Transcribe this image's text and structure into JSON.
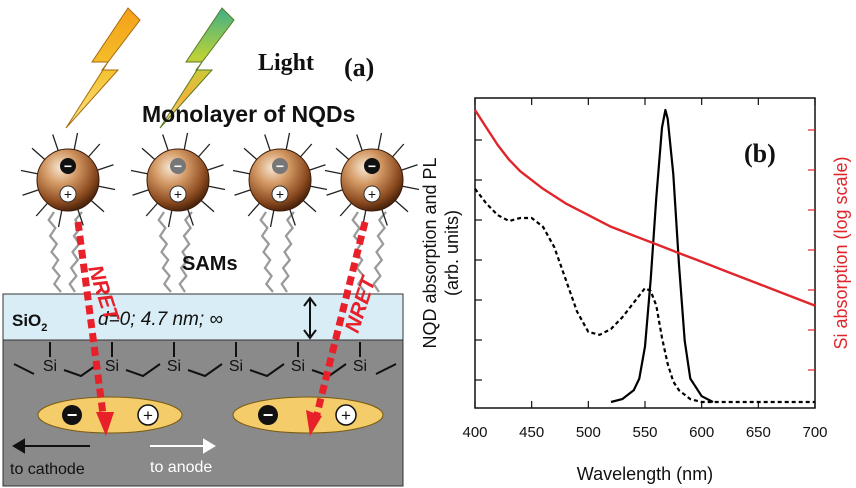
{
  "panel_a": {
    "panel_label": "(a)",
    "light_label": "Light",
    "monolayer_label": "Monolayer of NQDs",
    "sams_label": "SAMs",
    "nret_label": "NRET",
    "sio2_label": "SiO",
    "sio2_subscript": "2",
    "distance_label": "d=0; 4.7 nm; ∞",
    "si_label": "Si",
    "cathode_label": "to cathode",
    "anode_label": "to anode",
    "minus_sign": "−",
    "plus_sign": "+",
    "colors": {
      "substrate": "#8a8a8a",
      "oxide": "#d9edf7",
      "exciton": "#f4cc6a",
      "nret_arrow": "#e8202a",
      "qd_shell": "#8b4a1f",
      "qd_highlight": "#f2dcc4"
    }
  },
  "panel_b": {
    "panel_label": "(b)",
    "colors": {
      "nqd_absorption": "#000000",
      "nqd_pl": "#000000",
      "si_absorption": "#e0252b"
    }
  },
  "chart_data": {
    "type": "line",
    "title": "",
    "xlabel": "Wavelength (nm)",
    "ylabel_left_line1": "NQD absorption and PL",
    "ylabel_left_line2": "(arb. units)",
    "ylabel_right": "Si absorption (log scale)",
    "xlim": [
      400,
      700
    ],
    "x_ticks": [
      400,
      450,
      500,
      550,
      600,
      650,
      700
    ],
    "y_ticks_visible": false,
    "ylim": [
      0,
      1
    ],
    "series": [
      {
        "style": "dotted",
        "color": "#000000",
        "x": [
          400,
          410,
          420,
          430,
          440,
          450,
          460,
          470,
          480,
          490,
          500,
          510,
          520,
          530,
          540,
          550,
          555,
          560,
          565,
          570,
          575,
          580,
          590,
          600,
          620,
          650,
          670,
          700
        ],
        "y": [
          0.73,
          0.68,
          0.64,
          0.62,
          0.63,
          0.63,
          0.6,
          0.53,
          0.42,
          0.31,
          0.24,
          0.23,
          0.25,
          0.29,
          0.34,
          0.39,
          0.38,
          0.33,
          0.22,
          0.13,
          0.07,
          0.04,
          0.01,
          0.0,
          0.0,
          0.0,
          0.0,
          0.0
        ]
      },
      {
        "style": "solid",
        "color": "#000000",
        "x": [
          520,
          530,
          540,
          545,
          550,
          555,
          560,
          565,
          568,
          570,
          575,
          580,
          585,
          590,
          600,
          610
        ],
        "y": [
          0.0,
          0.01,
          0.04,
          0.08,
          0.19,
          0.42,
          0.7,
          0.94,
          1.0,
          0.97,
          0.78,
          0.47,
          0.21,
          0.08,
          0.02,
          0.0
        ]
      },
      {
        "style": "solid",
        "color": "#e0252b",
        "x": [
          400,
          410,
          420,
          430,
          440,
          450,
          460,
          480,
          500,
          520,
          540,
          560,
          580,
          600,
          620,
          640,
          660,
          680,
          700
        ],
        "y": [
          1.0,
          0.94,
          0.88,
          0.83,
          0.79,
          0.76,
          0.73,
          0.68,
          0.64,
          0.6,
          0.57,
          0.54,
          0.51,
          0.48,
          0.45,
          0.42,
          0.39,
          0.36,
          0.33
        ]
      }
    ]
  }
}
